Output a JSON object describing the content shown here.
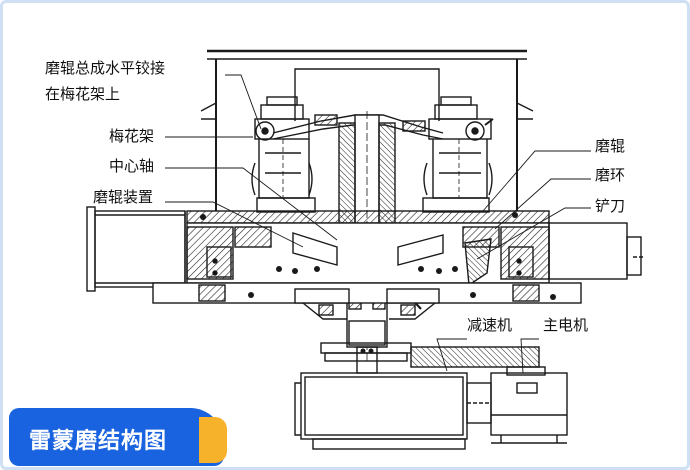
{
  "labels": {
    "roller_hinge_line1": "磨辊总成水平铰接",
    "roller_hinge_line2": "在梅花架上",
    "plum_frame": "梅花架",
    "center_shaft": "中心轴",
    "roller_device": "磨辊装置",
    "grinding_roller": "磨辊",
    "grinding_ring": "磨环",
    "shovel_blade": "铲刀",
    "reducer": "减速机",
    "main_motor": "主电机"
  },
  "banner": {
    "title": "雷蒙磨结构图"
  },
  "colors": {
    "banner_bg": "#1a63e0",
    "banner_accent": "#f6b22b",
    "frame_border": "#cfe0f4",
    "line": "#1a1a1a"
  }
}
